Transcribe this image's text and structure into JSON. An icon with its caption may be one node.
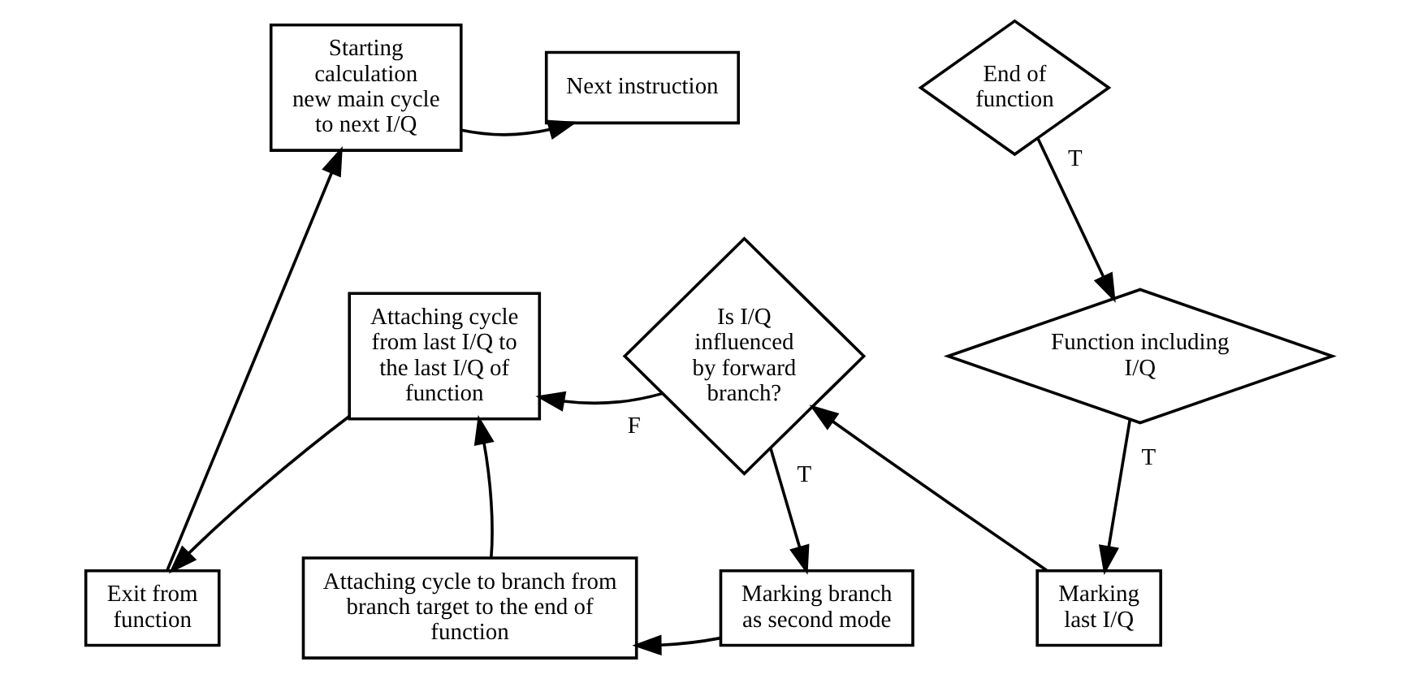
{
  "diagram": {
    "nodes": [
      {
        "text": [
          "Starting calculation new main cycle to next I/Q"
        ]
      },
      {
        "text": [
          "Next instruction"
        ]
      },
      {
        "text": [
          "End of function"
        ]
      },
      {
        "text": [
          "Attaching cycle from last I/Q to the last I/Q of function"
        ]
      },
      {
        "text": [
          "Is I/Q influenced by forward branch?"
        ]
      },
      {
        "text": [
          "Function including I/Q"
        ]
      },
      {
        "text": [
          "Exit from function"
        ]
      },
      {
        "text": [
          "Attaching cycle to branch from branch target to the end of function"
        ]
      },
      {
        "text": [
          "Marking branch as second mode"
        ]
      },
      {
        "text": [
          "Marking last I/Q"
        ]
      }
    ],
    "edges": [
      {
        "from": 0,
        "to": 1,
        "arrow": "to"
      },
      {
        "from": 2,
        "to": 5,
        "arrow": "to",
        "label": "T"
      },
      {
        "from": 3,
        "to": 6,
        "arrow": "to"
      },
      {
        "from": 4,
        "to": 3,
        "arrow": "to",
        "label": "F"
      },
      {
        "from": 4,
        "to": 8,
        "arrow": "to",
        "label": "T"
      },
      {
        "from": 5,
        "to": 9,
        "arrow": "to",
        "label": "T"
      },
      {
        "from": 6,
        "to": 0,
        "arrow": "to"
      },
      {
        "from": 7,
        "to": 3,
        "arrow": "to"
      },
      {
        "from": 8,
        "to": 7,
        "arrow": "to"
      },
      {
        "from": 9,
        "to": 4,
        "arrow": "to"
      }
    ]
  }
}
